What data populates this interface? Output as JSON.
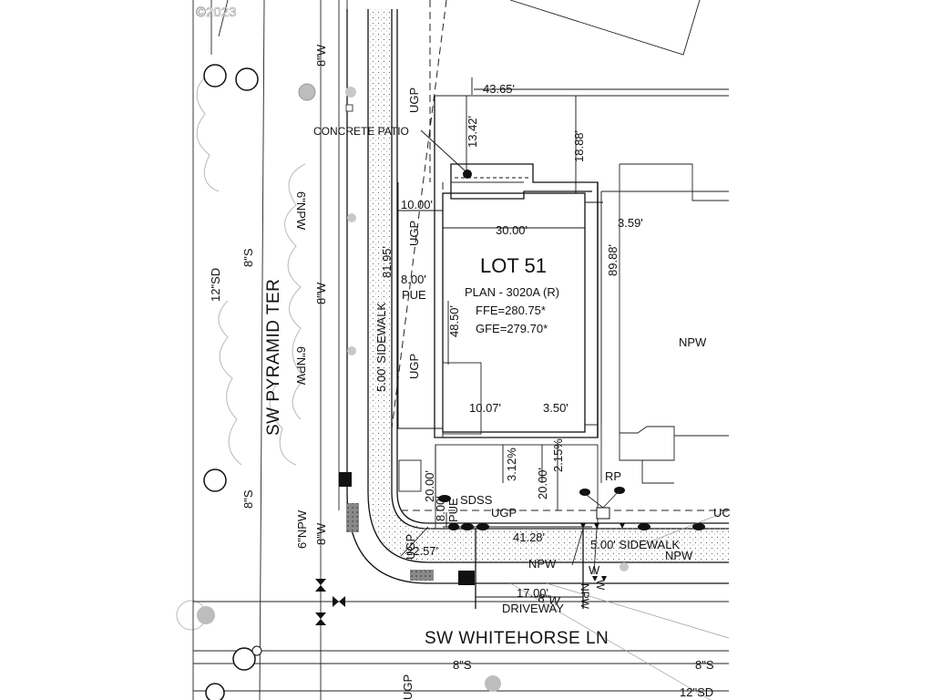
{
  "copyright": "©2023",
  "lot": {
    "name": "LOT 51",
    "plan": "PLAN - 3020A (R)",
    "ffe": "FFE=280.75*",
    "gfe": "GFE=279.70*"
  },
  "streets": {
    "west": "SW PYRAMID TER",
    "south": "SW WHITEHORSE LN"
  },
  "dimensions": {
    "d4365": "43.65'",
    "d1342": "13.42'",
    "d1888": "18.88'",
    "d1000": "10.00'",
    "d3000": "30.00'",
    "d359": "3.59'",
    "d8988": "89.88'",
    "d8195": "81.95'",
    "d800_pue": "8.00'",
    "d4850": "48.50'",
    "d1007": "10.07'",
    "d350": "3.50'",
    "d2000_left": "20.00'",
    "d800_bottom": "8.00'",
    "d2000_mid": "20.00'",
    "d4128": "41.28'",
    "d2257": "22.57'",
    "d1700": "17.00'"
  },
  "slopes": {
    "s312": "3.12%",
    "s215": "2.15%"
  },
  "labels": {
    "concrete_patio": "CONCRETE PATIO",
    "pue_left": "PUE",
    "pue_bottom": "PUE",
    "sdss": "SDSS",
    "sidewalk_west": "5.00' SIDEWALK",
    "sidewalk_south": "5.00' SIDEWALK",
    "driveway": "DRIVEWAY",
    "rp": "RP",
    "npw": "NPW",
    "w": "W",
    "npw_rot": "NPW",
    "w_rot": "W",
    "ugp_1": "UGP",
    "ugp_2": "UGP",
    "ugp_3": "UGP",
    "ugp_4": "UGP",
    "ugp_5": "UGP",
    "ugp_6": "UGP",
    "uc": "UC",
    "npw_right": "NPW",
    "npw_top": "NPW",
    "w_8_top": "8\"W",
    "s_8_a": "8\"S",
    "sd_12": "12\"SD",
    "w_8_mid": "8\"W",
    "npw_mid": "6\"NPW",
    "npw_upper": "6\"NPW",
    "s_8_b": "8\"S",
    "npw_low": "6\"NPW",
    "w_8_low": "8\"W",
    "s_8_bottom": "8\"S",
    "s_8_right": "8\"S",
    "sd_12_bottom": "12\"SD",
    "w_8_bottom": "8\"W"
  }
}
